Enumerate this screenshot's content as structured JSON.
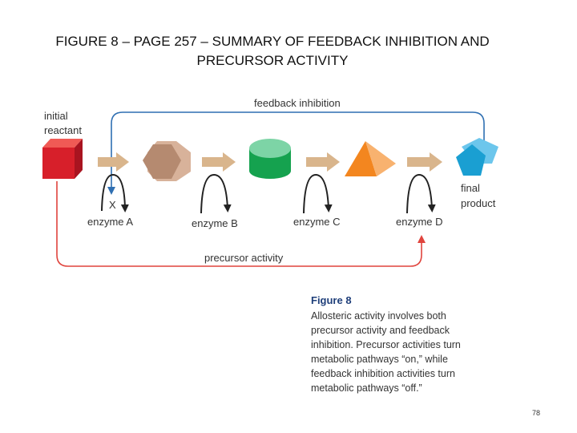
{
  "title": {
    "line1": "FIGURE 8 – PAGE 257 – SUMMARY OF FEEDBACK INHIBITION AND",
    "line2": "PRECURSOR ACTIVITY"
  },
  "diagram": {
    "initial_reactant_line1": "initial",
    "initial_reactant_line2": "reactant",
    "feedback_label": "feedback inhibition",
    "precursor_label": "precursor activity",
    "inhibition_mark": "X",
    "enzymes": [
      "enzyme A",
      "enzyme B",
      "enzyme C",
      "enzyme D"
    ],
    "final_product_line1": "final",
    "final_product_line2": "product",
    "colors": {
      "reactant": "#d71f2a",
      "hexagon": "#b58a70",
      "cylinder": "#15a24f",
      "pyramid": "#f3861f",
      "pentagon": "#1a9fd2",
      "feedback_line": "#2f6fb2",
      "precursor_line": "#e0443d",
      "step_arrow": "#d9b58c",
      "enzyme_arc": "#222222"
    }
  },
  "caption": {
    "heading": "Figure 8",
    "lines": [
      "Allosteric activity involves both",
      "precursor activity and feedback",
      "inhibition. Precursor activities turn",
      "metabolic pathways “on,” while",
      "feedback inhibition activities turn",
      "metabolic pathways “off.”"
    ]
  },
  "page_number": "78"
}
